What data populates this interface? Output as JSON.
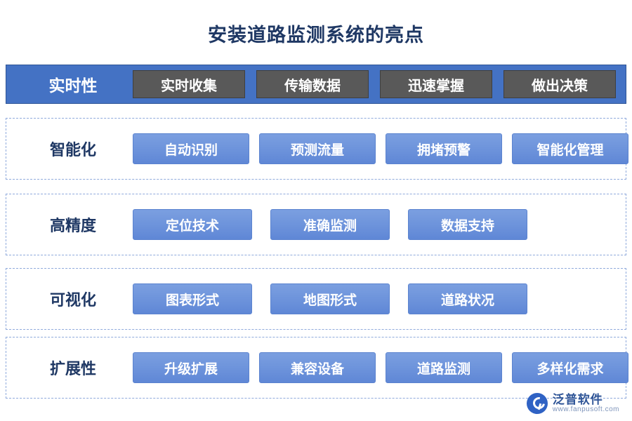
{
  "title": "安装道路监测系统的亮点",
  "rows": [
    {
      "label": "实时性",
      "style": "highlight",
      "chips": [
        "实时收集",
        "传输数据",
        "迅速掌握",
        "做出决策"
      ]
    },
    {
      "label": "智能化",
      "style": "plain",
      "chips": [
        "自动识别",
        "预测流量",
        "拥堵预警",
        "智能化管理"
      ]
    },
    {
      "label": "高精度",
      "style": "plain",
      "chips": [
        "定位技术",
        "准确监测",
        "数据支持"
      ]
    },
    {
      "label": "可视化",
      "style": "plain",
      "chips": [
        "图表形式",
        "地图形式",
        "道路状况"
      ]
    },
    {
      "label": "扩展性",
      "style": "plain",
      "chips": [
        "升级扩展",
        "兼容设备",
        "道路监测",
        "多样化需求"
      ]
    }
  ],
  "logo": {
    "name_cn": "泛普软件",
    "name_en": "www.fanpusoft.com",
    "icon": "fanpu-logo-icon"
  },
  "colors": {
    "title": "#1f3864",
    "highlight_bar": "#4472c4",
    "chip_blue": "#6f95dc",
    "chip_dark": "#595959",
    "dashed_border": "#8faadc"
  }
}
